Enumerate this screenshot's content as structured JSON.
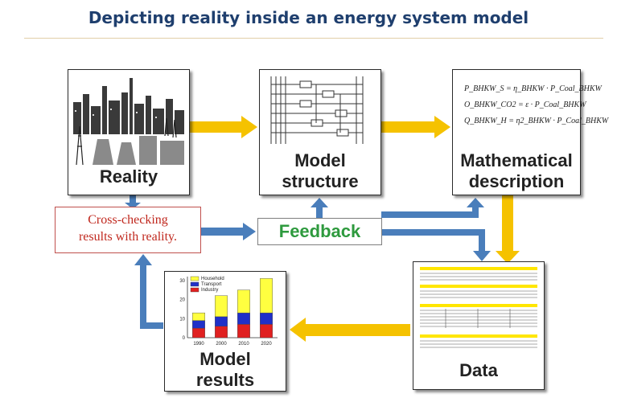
{
  "title": "Depicting reality inside an energy system model",
  "boxes": {
    "reality": "Reality",
    "model_structure_l1": "Model",
    "model_structure_l2": "structure",
    "math_l1": "Mathematical",
    "math_l2": "description",
    "data": "Data",
    "model_results_l1": "Model",
    "model_results_l2": "results"
  },
  "cross_check": {
    "l1": "Cross-checking",
    "l2": "results with reality."
  },
  "feedback": "Feedback",
  "equations": [
    "P_BHKW_S = η_BHKW · P_Coal_BHKW",
    "O_BHKW_CO2 = ε · P_Coal_BHKW",
    "Q_BHKW_H = η2_BHKW · P_Coal_BHKW"
  ],
  "colors": {
    "yellow_arrow": "#f5c200",
    "blue_arrow": "#4a7ebb",
    "title": "#1f3f6e",
    "feedback": "#2e9a3e",
    "cross_check": "#c0281e"
  },
  "chart_data": {
    "type": "bar",
    "stacked": true,
    "categories": [
      "1990",
      "2000",
      "2010",
      "2020"
    ],
    "series": [
      {
        "name": "Industry",
        "color": "#e02020",
        "values": [
          5,
          6,
          7,
          7
        ]
      },
      {
        "name": "Transport",
        "color": "#2030c8",
        "values": [
          4,
          5,
          6,
          6
        ]
      },
      {
        "name": "Household",
        "color": "#ffff40",
        "values": [
          4,
          11,
          12,
          18
        ]
      }
    ],
    "yticks": [
      "0",
      "10",
      "20",
      "30"
    ],
    "ylim": [
      0,
      32
    ],
    "legend": "top-left"
  }
}
